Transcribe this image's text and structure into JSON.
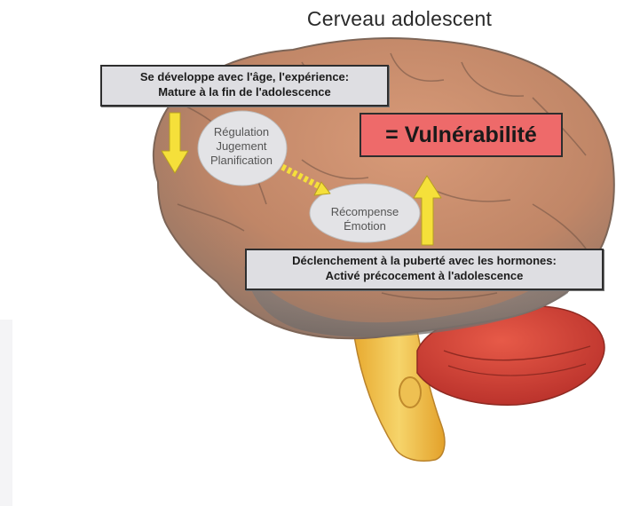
{
  "title": "Cerveau adolescent",
  "prefrontal_label": {
    "line1": "Se développe avec l'âge, l'expérience:",
    "line2": "Mature à la fin de l'adolescence"
  },
  "prefrontal_functions": [
    "Régulation",
    "Jugement",
    "Planification"
  ],
  "limbic_functions": [
    "Récompense",
    "Émotion"
  ],
  "limbic_label": {
    "line1": "Déclenchement à la puberté avec les hormones:",
    "line2": "Activé précocement à l'adolescence"
  },
  "result": "= Vulnérabilité",
  "colors": {
    "brain": "#c98e6e",
    "label_box": "#dedee2",
    "result_box": "#ee6a6a",
    "arrows": "#f5e03a",
    "cerebellum": "#d94436",
    "brainstem": "#f2c24a"
  }
}
